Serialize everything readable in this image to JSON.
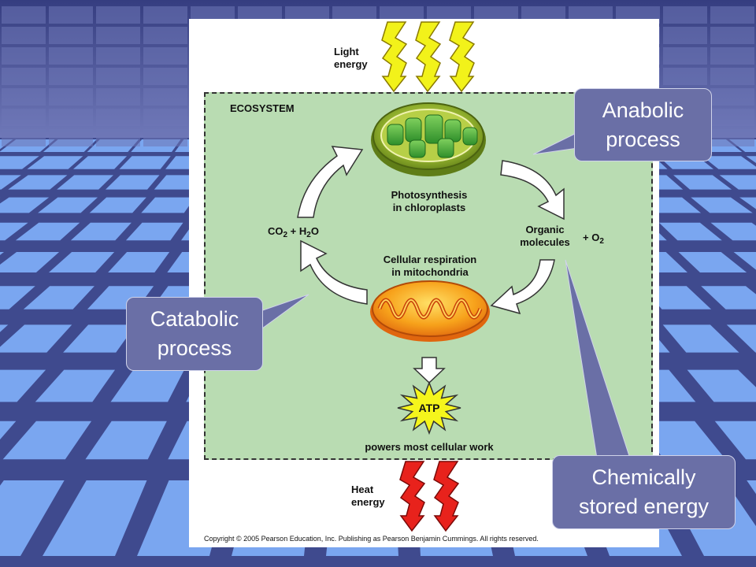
{
  "diagram": {
    "light_energy": [
      "Light",
      "energy"
    ],
    "ecosystem_label": "ECOSYSTEM",
    "photosynthesis": [
      "Photosynthesis",
      "in chloroplasts"
    ],
    "respiration": [
      "Cellular respiration",
      "in mitochondria"
    ],
    "co2_h2o": {
      "co": "CO",
      "co_sub": "2",
      "plus_h": " + H",
      "h_sub": "2",
      "o": "O"
    },
    "organic": [
      "Organic",
      "molecules"
    ],
    "plus_o2": {
      "text": "+ O",
      "sub": "2"
    },
    "atp": "ATP",
    "atp_caption": "powers most cellular work",
    "heat_energy": [
      "Heat",
      "energy"
    ],
    "copyright": "Copyright © 2005 Pearson Education, Inc. Publishing as Pearson Benjamin Cummings. All rights reserved."
  },
  "callouts": {
    "anabolic": [
      "Anabolic",
      "process"
    ],
    "catabolic": [
      "Catabolic",
      "process"
    ],
    "chemical": [
      "Chemically",
      "stored energy"
    ]
  },
  "colors": {
    "background": "#3f4a8e",
    "grid_tile": "#7aa6f0",
    "ecosystem": "#b9dcb2",
    "callout": "#6a6fa6",
    "light_bolt": "#f2f21a",
    "heat_bolt": "#e8221c"
  }
}
